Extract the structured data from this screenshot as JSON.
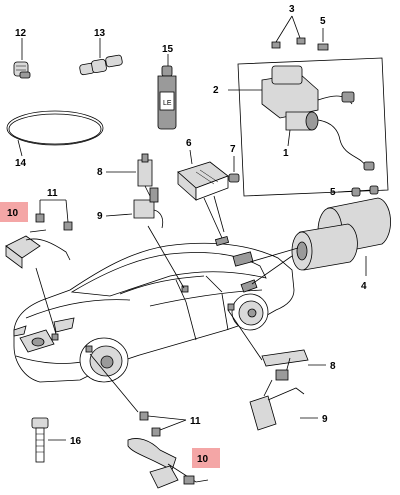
{
  "diagram": {
    "callouts": {
      "c1": "1",
      "c2": "2",
      "c3": "3",
      "c4": "4",
      "c5a": "5",
      "c5b": "5",
      "c6": "6",
      "c7": "7",
      "c8a": "8",
      "c8b": "8",
      "c9a": "9",
      "c9b": "9",
      "c10a": "10",
      "c10b": "10",
      "c11a": "11",
      "c11b": "11",
      "c12": "12",
      "c13": "13",
      "c14": "14",
      "c15": "15",
      "c16": "16"
    },
    "bottle_label": "LE",
    "colors": {
      "highlight": "#f4a6a6",
      "line": "#000000",
      "part_fill": "#d9d9d9"
    }
  }
}
